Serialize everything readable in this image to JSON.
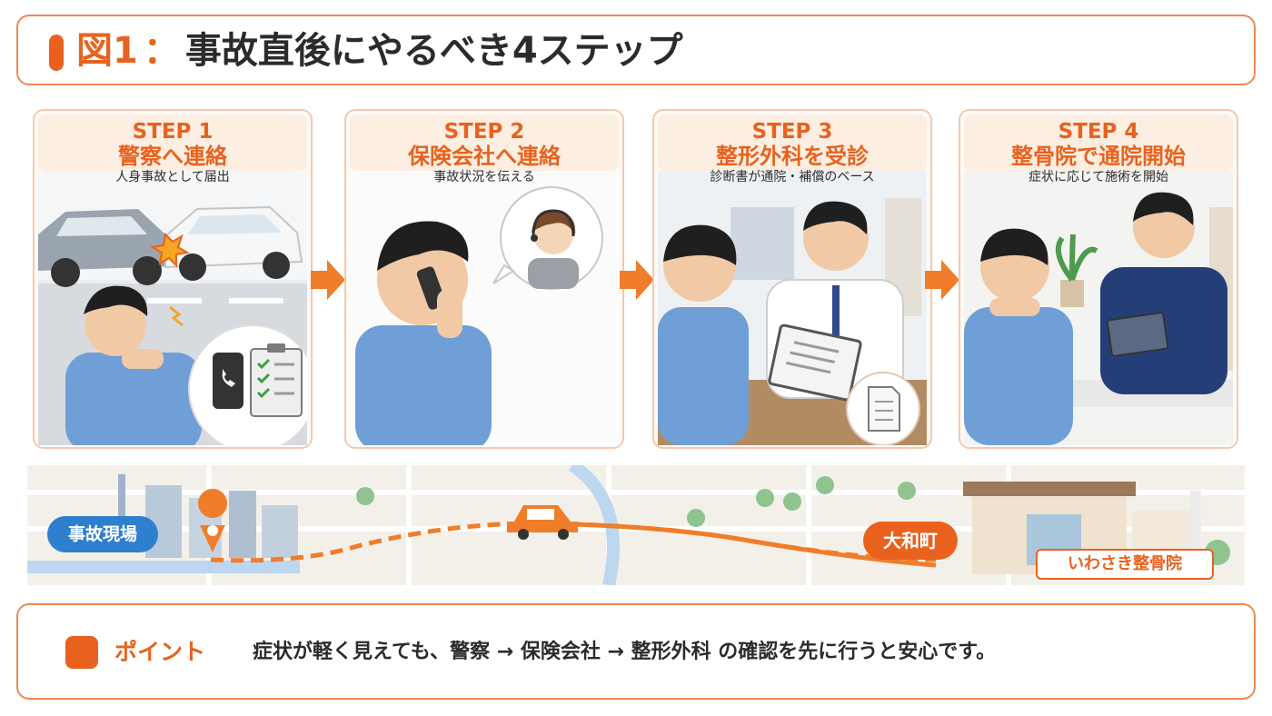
{
  "title": {
    "prefix": "図1",
    "colon": "：",
    "main": "事故直後にやるべき4ステップ"
  },
  "steps": [
    {
      "label": "STEP 1",
      "title": "警察へ連絡",
      "subtitle": "人身事故として届出"
    },
    {
      "label": "STEP 2",
      "title": "保険会社へ連絡",
      "subtitle": "事故状況を伝える"
    },
    {
      "label": "STEP 3",
      "title": "整形外科を受診",
      "subtitle": "診断書が通院・補償のベース"
    },
    {
      "label": "STEP 4",
      "title": "整骨院で通院開始",
      "subtitle": "症状に応じて施術を開始"
    }
  ],
  "map": {
    "start_label": "事故現場",
    "destination_label": "大和町",
    "clinic_name": "いわさき整骨院"
  },
  "point": {
    "label": "ポイント",
    "text": "症状が軽く見えても、警察 → 保険会社 → 整形外科 の確認を先に行うと安心です。"
  },
  "colors": {
    "accent": "#e8621e",
    "accent_light": "#fdeee2",
    "border": "#ee8a55",
    "start_badge": "#2f7fcf",
    "shirt_blue": "#6f9fd6",
    "scrubs_navy": "#243f78"
  },
  "icons": [
    "car-crash-icon",
    "smartphone-icon",
    "checklist-icon",
    "phone-call-icon",
    "operator-headset-icon",
    "document-icon",
    "clipboard-icon",
    "location-pin-icon",
    "car-icon",
    "arrow-right-icon"
  ]
}
